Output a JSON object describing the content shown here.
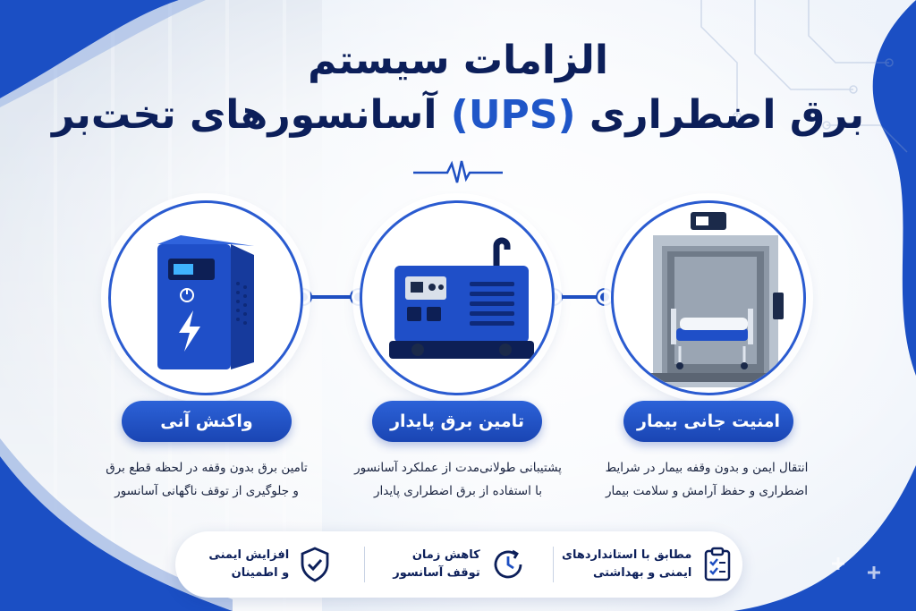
{
  "title": {
    "line1": "الزامات سیستم",
    "line2_before": "برق اضطراری ",
    "line2_ups": "(UPS)",
    "line2_after": " آسانسورهای تخت‌بر"
  },
  "features": [
    {
      "pill": "امنیت جانی بیمار",
      "desc_line1": "انتقال ایمن و بدون وقفه بیمار در شرایط",
      "desc_line2": "اضطراری و حفظ آرامش و سلامت بیمار",
      "icon": "hospital-bed-elevator-icon"
    },
    {
      "pill": "تامین برق پایدار",
      "desc_line1": "پشتیبانی طولانی‌مدت از عملکرد آسانسور",
      "desc_line2": "با استفاده از برق اضطراری پایدار",
      "icon": "generator-icon"
    },
    {
      "pill": "واکنش آنی",
      "desc_line1": "تامین برق بدون وقفه در لحظه قطع برق",
      "desc_line2": "و جلوگیری از توقف ناگهانی آسانسور",
      "icon": "ups-device-icon"
    }
  ],
  "footer": [
    {
      "line1": "مطابق با استانداردهای",
      "line2": "ایمنی و بهداشتی",
      "icon": "clipboard-checklist-icon"
    },
    {
      "line1": "کاهش زمان",
      "line2": "توقف آسانسور",
      "icon": "clock-arrow-icon"
    },
    {
      "line1": "افزایش ایمنی",
      "line2": "و اطمینان",
      "icon": "shield-check-icon"
    }
  ],
  "colors": {
    "primary": "#1e4fc2",
    "navy": "#0c1f5a",
    "accent": "#2c62d8"
  }
}
